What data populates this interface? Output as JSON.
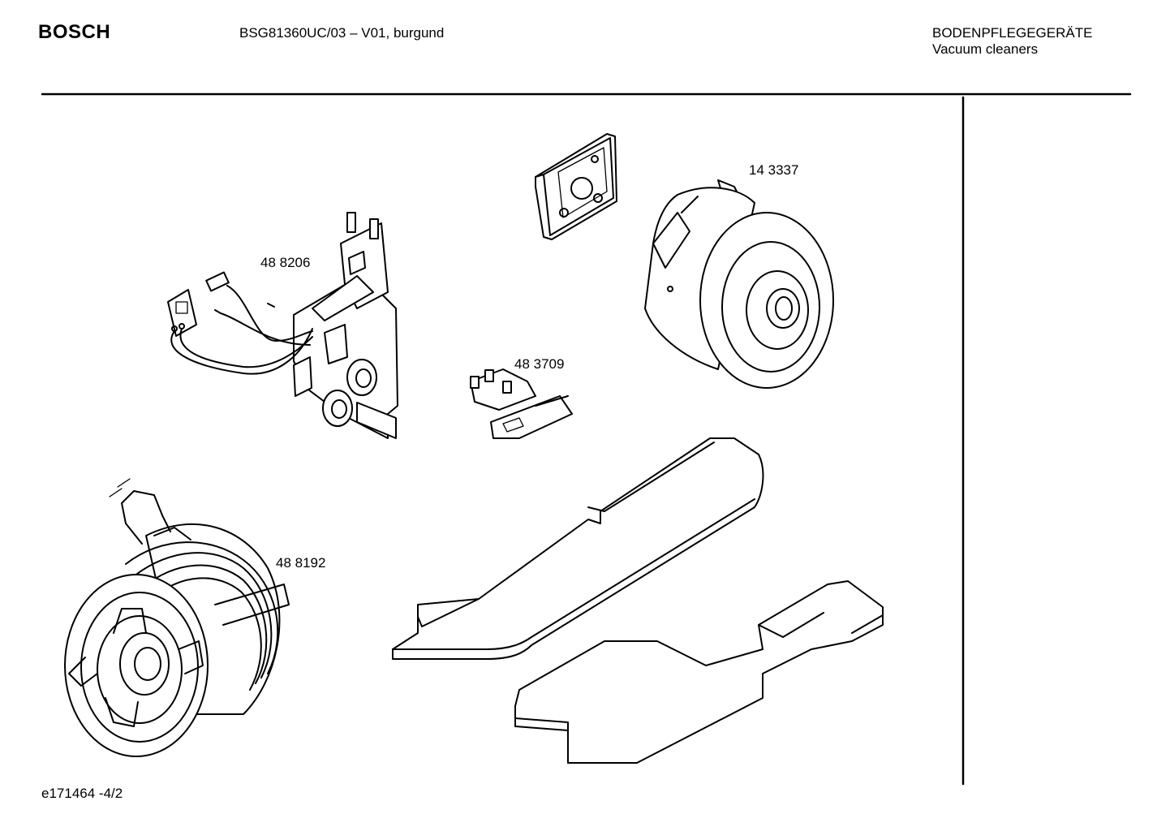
{
  "header": {
    "brand": "BOSCH",
    "model": "BSG81360UC/03 – V01, burgund",
    "category_de": "BODENPFLEGEGERÄTE",
    "category_en": "Vacuum cleaners"
  },
  "parts": [
    {
      "id": "motor",
      "label": "14 3337"
    },
    {
      "id": "electronics",
      "label": "48 8206"
    },
    {
      "id": "switch",
      "label": "48 3709"
    },
    {
      "id": "cable-reel",
      "label": "48 8192"
    }
  ],
  "footer": {
    "code": "e171464 -4/2"
  }
}
